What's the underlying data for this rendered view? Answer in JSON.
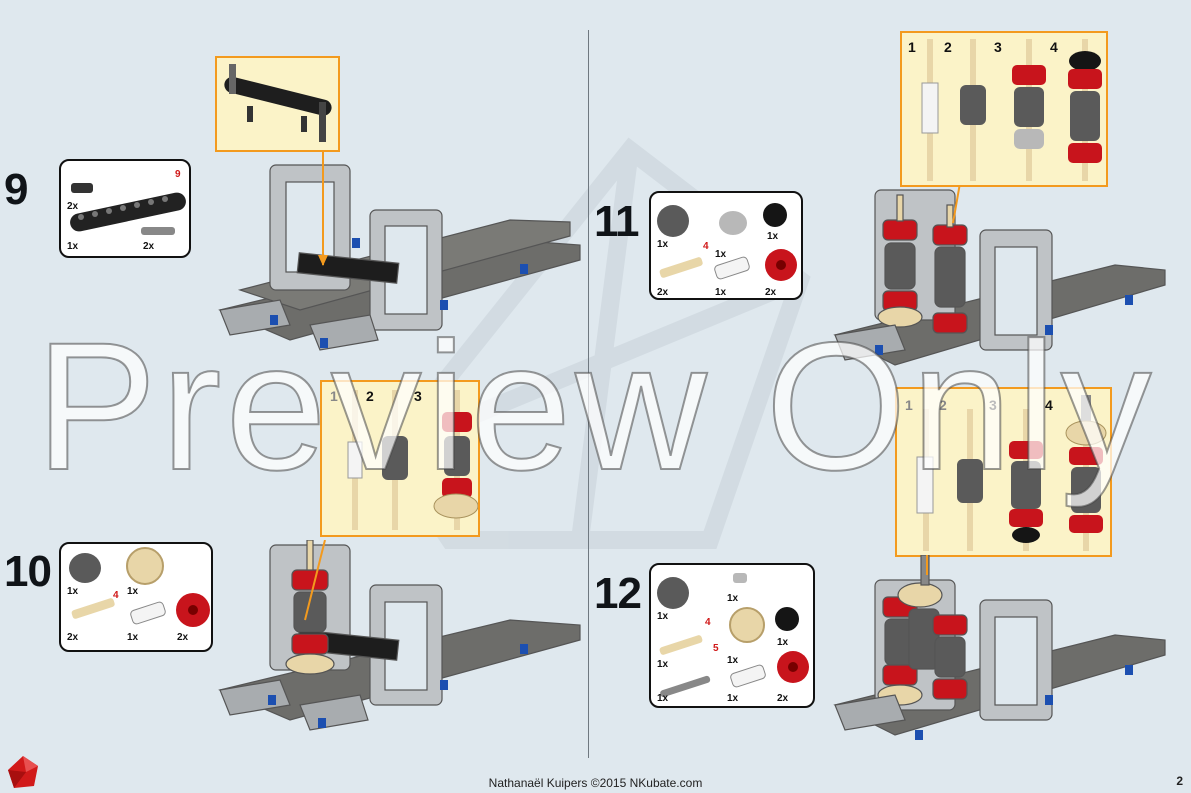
{
  "steps": [
    {
      "number": "9",
      "parts_red": "9",
      "qty": [
        "2x",
        "1x",
        "2x"
      ]
    },
    {
      "number": "10",
      "parts_red": "4",
      "qty": [
        "1x",
        "1x",
        "2x",
        "1x",
        "2x"
      ],
      "callout": [
        "1",
        "2",
        "3"
      ]
    },
    {
      "number": "11",
      "parts_red": "4",
      "qty": [
        "1x",
        "1x",
        "1x",
        "2x",
        "1x",
        "2x"
      ],
      "callout": [
        "1",
        "2",
        "3",
        "4"
      ]
    },
    {
      "number": "12",
      "parts_red": [
        "4",
        "5"
      ],
      "qty": [
        "1x",
        "1x",
        "1x",
        "1x",
        "1x",
        "1x",
        "1x",
        "2x"
      ],
      "callout": [
        "1",
        "2",
        "3",
        "4"
      ]
    }
  ],
  "watermark": "Preview Only",
  "footer": "Nathanaël Kuipers ©2015 NKubate.com",
  "page_number": "2",
  "colors": {
    "background": "#dfe8ee",
    "callout_fill": "#fbf3c8",
    "callout_border": "#f39a1e",
    "red_gear": "#c8141c",
    "dark_grey": "#5a5a5a",
    "light_grey": "#b8b8b8",
    "tan": "#e8d6a8",
    "blue_pin": "#1c4fb0"
  }
}
